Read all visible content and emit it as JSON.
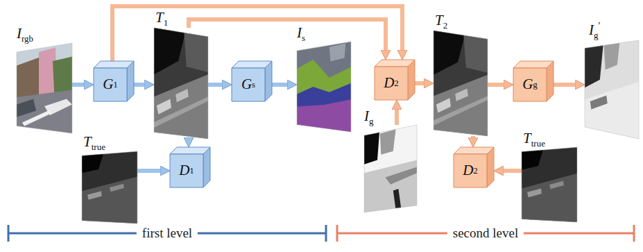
{
  "diagram": {
    "nodes": [
      {
        "text": [
          "Irgb"
        ]
      },
      {
        "text": [
          "G1"
        ]
      },
      {
        "text": [
          "T1"
        ]
      },
      {
        "text": [
          "Gs"
        ]
      },
      {
        "text": [
          "Is"
        ]
      },
      {
        "text": [
          "Ttrue"
        ]
      },
      {
        "text": [
          "D1"
        ]
      },
      {
        "text": [
          "D2"
        ]
      },
      {
        "text": [
          "Ig"
        ]
      },
      {
        "text": [
          "T2"
        ]
      },
      {
        "text": [
          "Gg"
        ]
      },
      {
        "text": [
          "Ig′"
        ]
      },
      {
        "text": [
          "D2"
        ]
      },
      {
        "text": [
          "Ttrue"
        ]
      }
    ],
    "edges": [
      {
        "from": 0,
        "to": 1,
        "arrow": "to"
      },
      {
        "from": 1,
        "to": 2,
        "arrow": "to"
      },
      {
        "from": 2,
        "to": 3,
        "arrow": "to"
      },
      {
        "from": 3,
        "to": 4,
        "arrow": "to"
      },
      {
        "from": 2,
        "to": 6,
        "arrow": "to"
      },
      {
        "from": 5,
        "to": 6,
        "arrow": "to"
      },
      {
        "from": 1,
        "to": 7,
        "arrow": "to"
      },
      {
        "from": 2,
        "to": 7,
        "arrow": "to"
      },
      {
        "from": 8,
        "to": 7,
        "arrow": "to"
      },
      {
        "from": 7,
        "to": 9,
        "arrow": "to"
      },
      {
        "from": 9,
        "to": 10,
        "arrow": "to"
      },
      {
        "from": 10,
        "to": 11,
        "arrow": "to"
      },
      {
        "from": 9,
        "to": 12,
        "arrow": "to"
      },
      {
        "from": 13,
        "to": 12,
        "arrow": "to"
      }
    ],
    "labels": [
      "first level",
      "second level"
    ]
  }
}
